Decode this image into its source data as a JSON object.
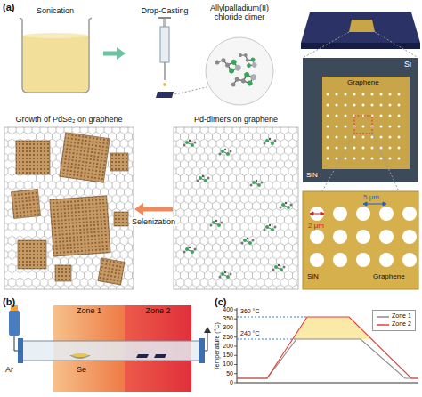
{
  "diagram": {
    "nodes": [
      {
        "text": [
          "Sonication"
        ]
      },
      {
        "text": [
          "Drop-Casting"
        ]
      },
      {
        "text": [
          "Allylpalladium(II) chloride dimer"
        ]
      },
      {
        "text": [
          "Pd-dimers on graphene"
        ]
      },
      {
        "text": [
          "Growth of PdSe₂ on graphene"
        ]
      },
      {
        "text": [
          "Zone 1"
        ]
      },
      {
        "text": [
          "Zone 2"
        ]
      }
    ],
    "edges": [
      {
        "from": 0,
        "to": 1,
        "arrow": "to"
      },
      {
        "from": 3,
        "to": 4,
        "arrow": "to",
        "label": "Selenization"
      }
    ],
    "labels": [
      "(a)",
      "Si",
      "Graphene",
      "SiN",
      "5 μm",
      "2 μm",
      "Graphene",
      "SiN",
      "(b)",
      "Ar",
      "Se",
      "(c)",
      "Temperature (°C)",
      "360 °C",
      "240 °C",
      "0",
      "50",
      "100",
      "150",
      "200",
      "250",
      "300",
      "350",
      "400"
    ],
    "legend": [
      {
        "text": "Zone 1"
      },
      {
        "text": "Zone 2"
      }
    ]
  }
}
